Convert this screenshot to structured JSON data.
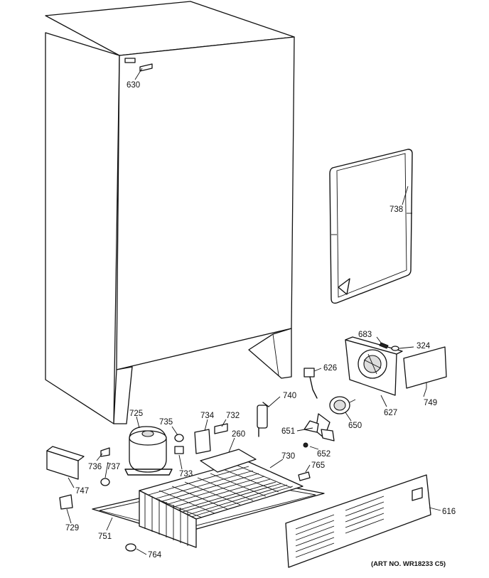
{
  "art_number": "(ART NO. WR18233 C5)",
  "parts": {
    "p630": "630",
    "p738": "738",
    "p683": "683",
    "p324": "324",
    "p626": "626",
    "p740": "740",
    "p725": "725",
    "p735": "735",
    "p734": "734",
    "p732": "732",
    "p260": "260",
    "p749": "749",
    "p627": "627",
    "p650": "650",
    "p651": "651",
    "p652": "652",
    "p730": "730",
    "p765": "765",
    "p736": "736",
    "p737": "737",
    "p733": "733",
    "p747": "747",
    "p729": "729",
    "p751": "751",
    "p764": "764",
    "p616": "616"
  }
}
